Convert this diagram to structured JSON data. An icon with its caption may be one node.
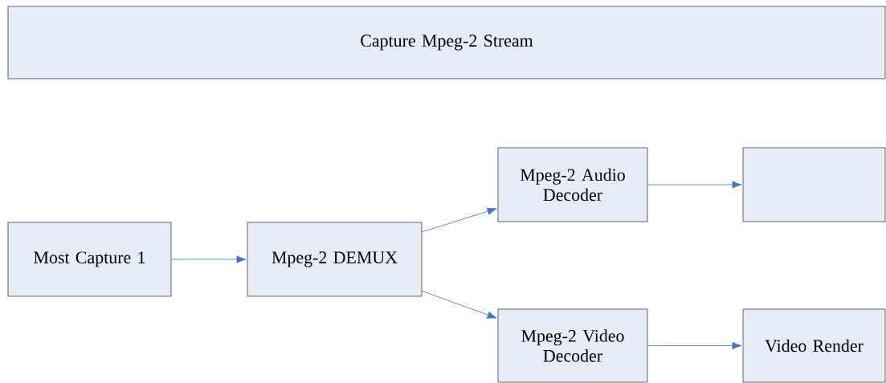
{
  "diagram": {
    "nodes": [
      {
        "text": [
          "Capture  Mpeg-2 Stream"
        ]
      },
      {
        "text": [
          "Most Capture 1"
        ]
      },
      {
        "text": [
          "Mpeg-2 DEMUX"
        ]
      },
      {
        "text": [
          "Mpeg-2 Audio Decoder"
        ]
      },
      {
        "text": [],
        "shape": "box"
      },
      {
        "text": [
          "Mpeg-2 Video Decoder"
        ]
      },
      {
        "text": [
          "Video Render"
        ]
      }
    ],
    "edges": [
      {
        "from": 1,
        "to": 2,
        "arrow": "to"
      },
      {
        "from": 2,
        "to": 3,
        "arrow": "to"
      },
      {
        "from": 2,
        "to": 5,
        "arrow": "to"
      },
      {
        "from": 3,
        "to": 4,
        "arrow": "to"
      },
      {
        "from": 5,
        "to": 6,
        "arrow": "to"
      }
    ]
  }
}
